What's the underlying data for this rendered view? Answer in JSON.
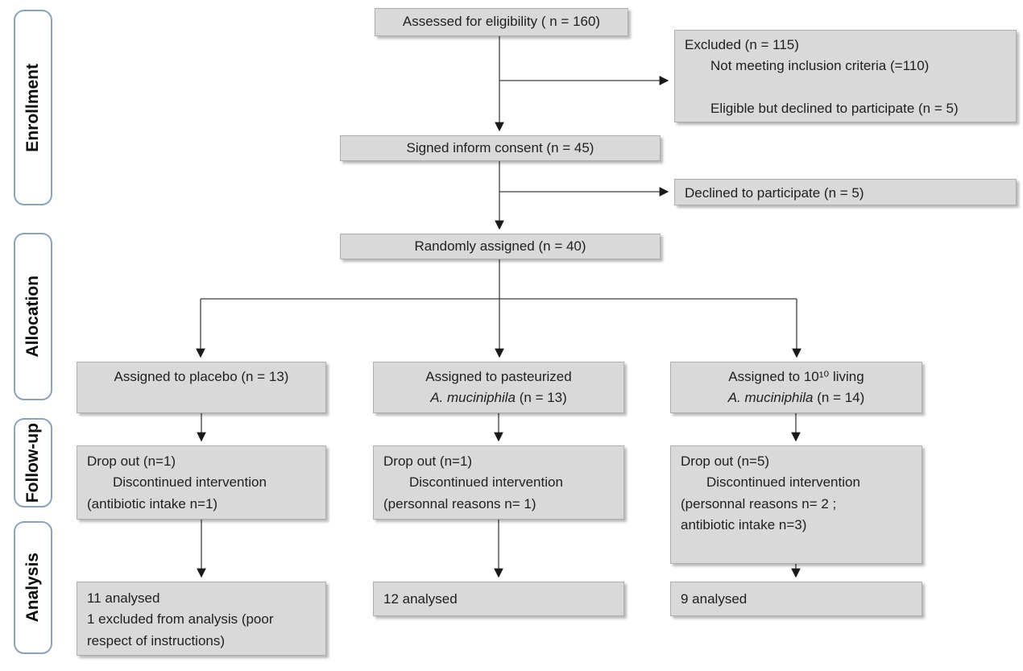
{
  "stages": [
    {
      "label": "Enrollment"
    },
    {
      "label": "Allocation"
    },
    {
      "label": "Follow-up"
    },
    {
      "label": "Analysis"
    }
  ],
  "boxes": {
    "assessed": "Assessed for eligibility ( n = 160)",
    "excluded": {
      "line1": "Excluded (n = 115)",
      "line2": "Not meeting inclusion criteria (=110)",
      "line3": "Eligible but declined to participate (n = 5)"
    },
    "consent": "Signed inform consent (n = 45)",
    "declined": "Declined to participate (n = 5)",
    "randomized": "Randomly assigned (n = 40)",
    "alloc_placebo": "Assigned to placebo (n = 13)",
    "alloc_pasteurized": {
      "line1": "Assigned to pasteurized",
      "species": "A. muciniphila",
      "rest": " (n = 13)"
    },
    "alloc_living": {
      "line1": "Assigned to 10¹⁰ living",
      "species": "A. muciniphila",
      "rest": " (n = 14)"
    },
    "fu_placebo": {
      "line1": "Drop out (n=1)",
      "line2": "Discontinued intervention",
      "line3": "(antibiotic intake n=1)"
    },
    "fu_pasteurized": {
      "line1": "Drop out (n=1)",
      "line2": "Discontinued intervention",
      "line3": "(personnal reasons n= 1)"
    },
    "fu_living": {
      "line1": "Drop out (n=5)",
      "line2": "Discontinued intervention",
      "line3": "(personnal reasons n= 2 ;",
      "line4": "antibiotic intake n=3)"
    },
    "an_placebo": {
      "line1": "11 analysed",
      "line2": "1 excluded from analysis (poor",
      "line3": "respect of instructions)"
    },
    "an_pasteurized": "12 analysed",
    "an_living": "9 analysed"
  },
  "colors": {
    "box_fill": "#d9d9d9",
    "box_border": "#aeaeae",
    "stage_border": "#8ba2bd",
    "arrow": "#2b2b2b"
  }
}
